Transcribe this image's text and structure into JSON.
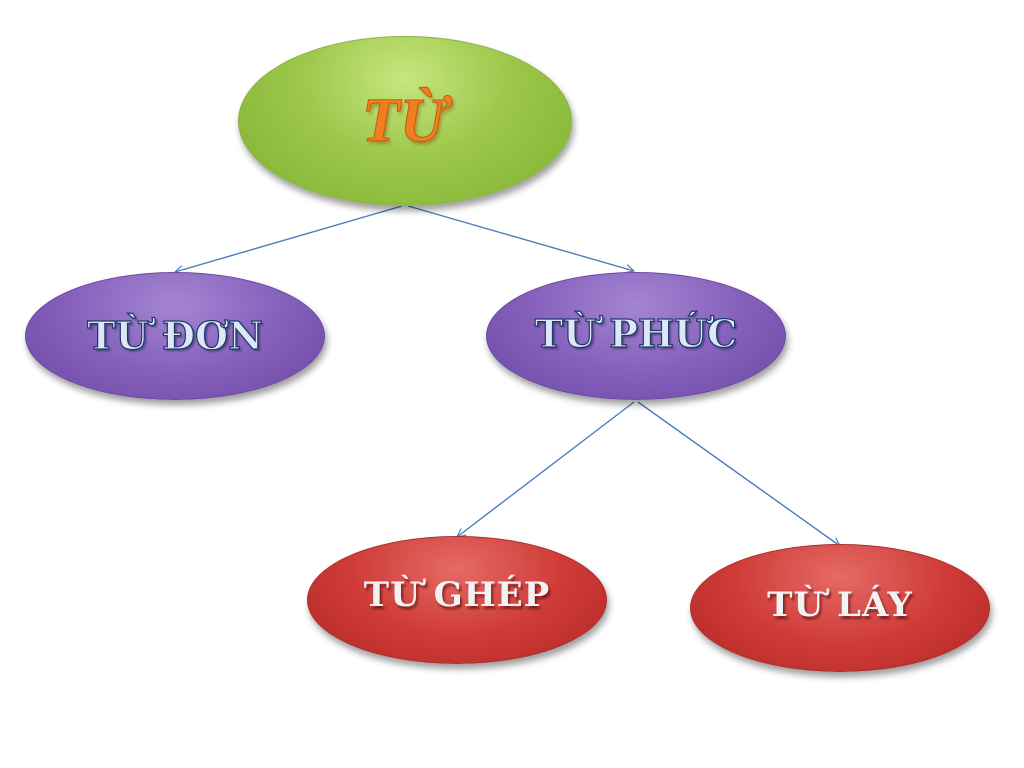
{
  "colors": {
    "root_fill": "#9cc74a",
    "root_text": "#f0801f",
    "level1_fill": "#8561bc",
    "level1_text": "#dde7f7",
    "level2_fill": "#cf3c38",
    "level2_text": "#f2f2f2",
    "connector": "#4a7ebb"
  },
  "diagram": {
    "nodes": {
      "root": {
        "label": "TỪ"
      },
      "tu_don": {
        "label": "TỪ ĐƠN"
      },
      "tu_phuc": {
        "label": "TỪ PHỨC"
      },
      "tu_ghep": {
        "label": "TỪ GHÉP"
      },
      "tu_lay": {
        "label": "TỪ LÁY"
      }
    },
    "edges": [
      {
        "from": "root",
        "to": "tu_don"
      },
      {
        "from": "root",
        "to": "tu_phuc"
      },
      {
        "from": "tu_phuc",
        "to": "tu_ghep"
      },
      {
        "from": "tu_phuc",
        "to": "tu_lay"
      }
    ]
  }
}
